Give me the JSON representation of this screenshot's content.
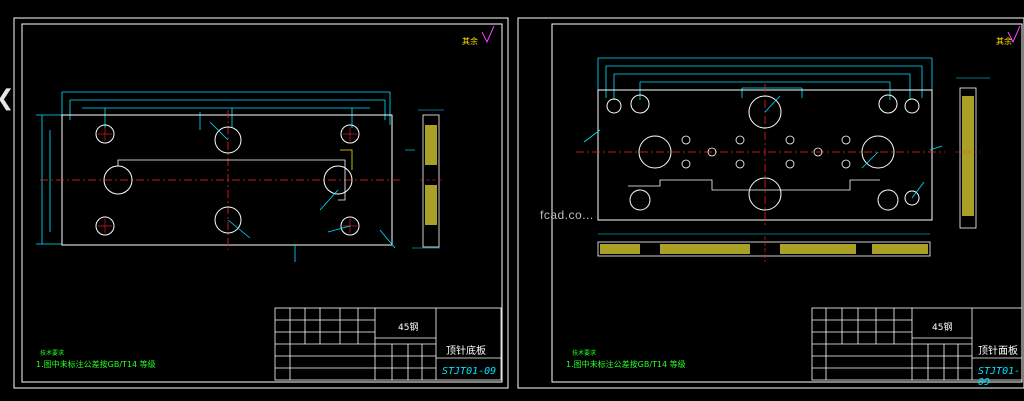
{
  "sheets": [
    {
      "id": "left",
      "tech_req_title": "技术要求",
      "tech_req_line": "1.图中未标注公差按GB/T14 等级",
      "material": "45钢",
      "part_name": "顶针底板",
      "drawing_code": "STJT01-09",
      "corner_mark": "其余"
    },
    {
      "id": "right",
      "tech_req_title": "技术要求",
      "tech_req_line": "1.图中未标注公差按GB/T14 等级",
      "material": "45钢",
      "part_name": "顶针面板",
      "drawing_code": "STJT01-09",
      "corner_mark": "其余"
    }
  ],
  "watermark": "fcad.co...",
  "colors": {
    "background": "#000000",
    "frame": "#ffffff",
    "dimension": "#00e6ff",
    "centerline": "#ff2020",
    "text": "#24ff24",
    "hatch": "#d6c830"
  },
  "icons": [
    "chevron-left-icon",
    "roughness-symbol-icon"
  ]
}
